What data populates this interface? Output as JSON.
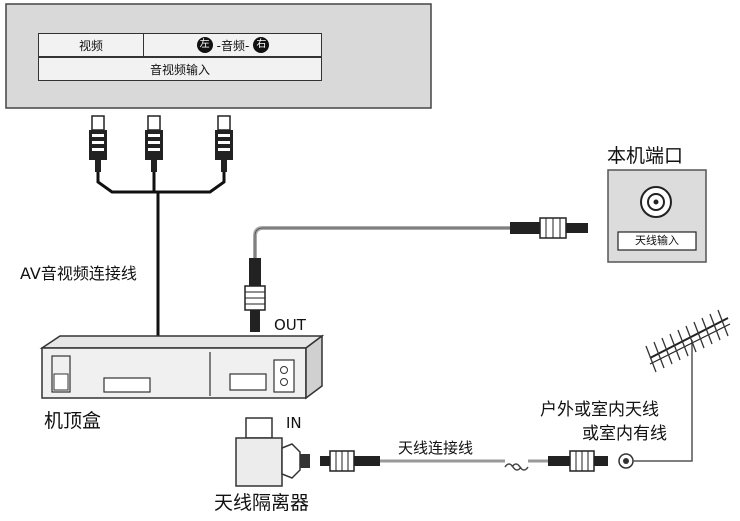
{
  "tv_panel": {
    "video_label": "视频",
    "audio_left": "左",
    "audio_label": "-音频-",
    "audio_right": "右",
    "input_label": "音视频输入"
  },
  "jack_panel": {
    "title": "本机端口",
    "input_label": "天线输入"
  },
  "labels": {
    "av_cable": "AV音视频连接线",
    "out_port": "OUT",
    "set_top_box": "机顶盒",
    "in_port": "IN",
    "antenna_cable": "天线连接线",
    "splitter": "天线隔离器",
    "antenna_line1": "户外或室内天线",
    "antenna_line2": "或室内有线"
  }
}
